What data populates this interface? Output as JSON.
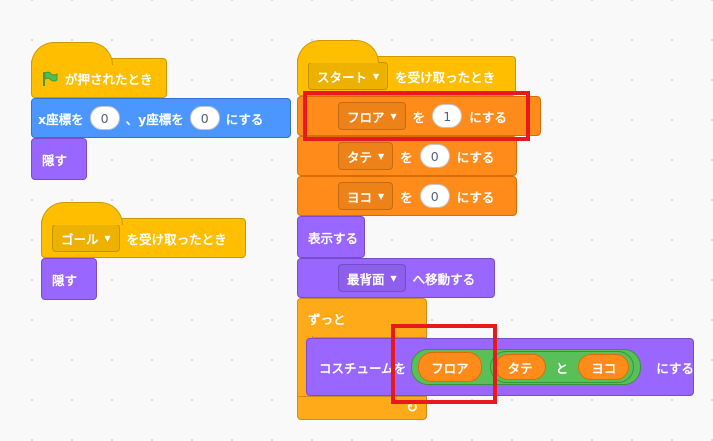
{
  "script1": {
    "hat_label": "が押されたとき",
    "goto": {
      "x_label": "x座標を",
      "x_value": "0",
      "y_label": "、y座標を",
      "y_value": "0",
      "suffix": "にする"
    },
    "hide_label": "隠す"
  },
  "script2": {
    "message": "ゴール",
    "suffix": "を受け取ったとき",
    "hide_label": "隠す"
  },
  "script3": {
    "hat_message": "スタート",
    "hat_suffix": "を受け取ったとき",
    "set_floor": {
      "var": "フロア",
      "mid": "を",
      "value": "1",
      "suffix": "にする"
    },
    "set_tate": {
      "var": "タテ",
      "mid": "を",
      "value": "0",
      "suffix": "にする"
    },
    "set_yoko": {
      "var": "ヨコ",
      "mid": "を",
      "value": "0",
      "suffix": "にする"
    },
    "show_label": "表示する",
    "layer": {
      "option": "最背面",
      "suffix": "へ移動する"
    },
    "forever_label": "ずっと",
    "costume": {
      "prefix": "コスチュームを",
      "join_a": "フロア",
      "join_b1": "タテ",
      "join_mid": "と",
      "join_b2": "ヨコ",
      "suffix": "にする"
    }
  },
  "icons": {
    "flag": "green-flag-icon",
    "dropdown": "dropdown-caret-icon",
    "loop": "loop-arrow-icon"
  },
  "colors": {
    "events": "#ffbf00",
    "control": "#ffab19",
    "variables": "#ff8c1a",
    "looks": "#9966ff",
    "motion": "#4c97ff",
    "operators": "#59c059",
    "highlight": "#e8191c"
  }
}
